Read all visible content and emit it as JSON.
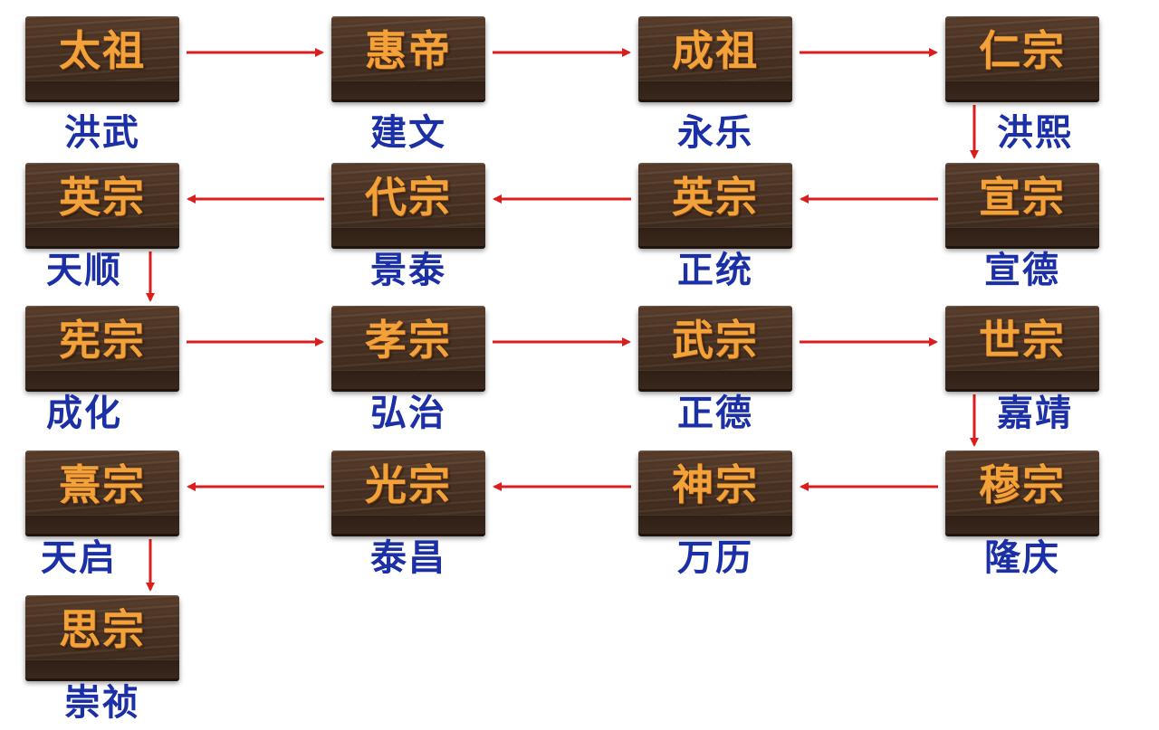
{
  "emperors": [
    {
      "temple": "太祖",
      "era": "洪武"
    },
    {
      "temple": "惠帝",
      "era": "建文"
    },
    {
      "temple": "成祖",
      "era": "永乐"
    },
    {
      "temple": "仁宗",
      "era": "洪熙"
    },
    {
      "temple": "宣宗",
      "era": "宣德"
    },
    {
      "temple": "英宗",
      "era": "正统"
    },
    {
      "temple": "代宗",
      "era": "景泰"
    },
    {
      "temple": "英宗",
      "era": "天顺"
    },
    {
      "temple": "宪宗",
      "era": "成化"
    },
    {
      "temple": "孝宗",
      "era": "弘治"
    },
    {
      "temple": "武宗",
      "era": "正德"
    },
    {
      "temple": "世宗",
      "era": "嘉靖"
    },
    {
      "temple": "穆宗",
      "era": "隆庆"
    },
    {
      "temple": "神宗",
      "era": "万历"
    },
    {
      "temple": "光宗",
      "era": "泰昌"
    },
    {
      "temple": "熹宗",
      "era": "天启"
    },
    {
      "temple": "思宗",
      "era": "崇祯"
    }
  ],
  "colors": {
    "arrow": "#d81e1e",
    "temple_text": "#f3a23a",
    "era_text": "#1b2fa6",
    "plaque": "#4a3223"
  }
}
